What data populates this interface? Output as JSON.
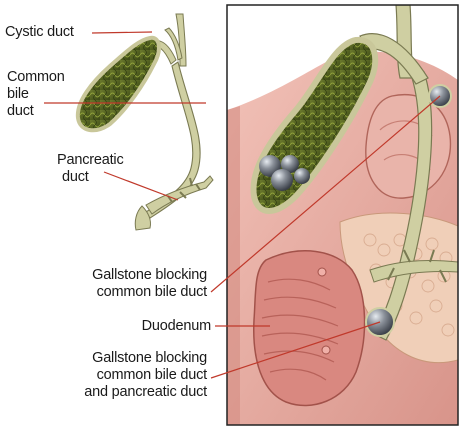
{
  "labels": {
    "cystic_duct": "Cystic duct",
    "common_bile_duct": [
      "Common",
      "bile",
      "duct"
    ],
    "pancreatic_duct": [
      "Pancreatic",
      "duct"
    ],
    "gallstone_common": [
      "Gallstone blocking",
      "common bile duct"
    ],
    "duodenum": "Duodenum",
    "gallstone_both": [
      "Gallstone blocking",
      "common bile duct",
      "and pancreatic duct"
    ]
  },
  "colors": {
    "leader_line": "#c0392b",
    "gallbladder_fill": "#4a5a1f",
    "duct_fill": "#c8c89a",
    "tissue_fill": "#e8a8a0",
    "duodenum_fill": "#d98880",
    "stone_fill": "#8a9099",
    "frame_stroke": "#222222"
  }
}
